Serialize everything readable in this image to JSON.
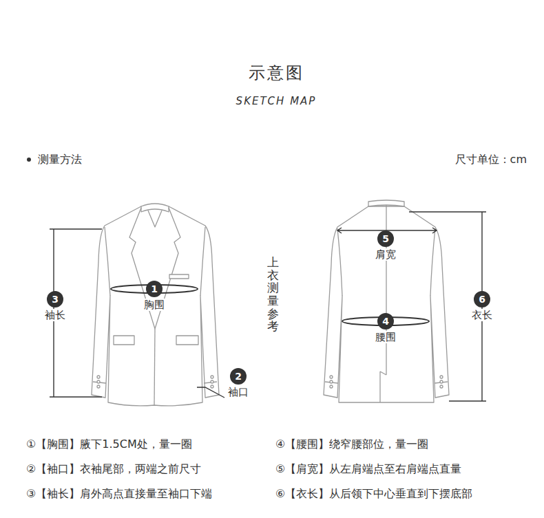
{
  "diagram": {
    "title": "示意图",
    "nodes": [
      {
        "text": [
          "5",
          "肩宽"
        ]
      },
      {
        "text": [
          "1",
          "胸围"
        ]
      },
      {
        "text": [
          "3",
          "袖长"
        ]
      },
      {
        "text": [
          "6",
          "衣长"
        ]
      },
      {
        "text": [
          "4",
          "腰围"
        ]
      },
      {
        "text": [
          "2",
          "袖口"
        ]
      }
    ],
    "labels": [
      "SKETCH MAP",
      "测量方法",
      "尺寸单位：cm",
      "上衣测量参考",
      "①【胸围】腋下1.5CM处，量一圈",
      "②【袖口】衣袖尾部，两端之前尺寸",
      "③【袖长】肩外高点直接量至袖口下端",
      "④【腰围】绕窄腰部位，量一圈",
      "⑤【肩宽】从左肩端点至右肩端点直量",
      "⑥【衣长】从后领下中心垂直到下摆底部"
    ]
  }
}
